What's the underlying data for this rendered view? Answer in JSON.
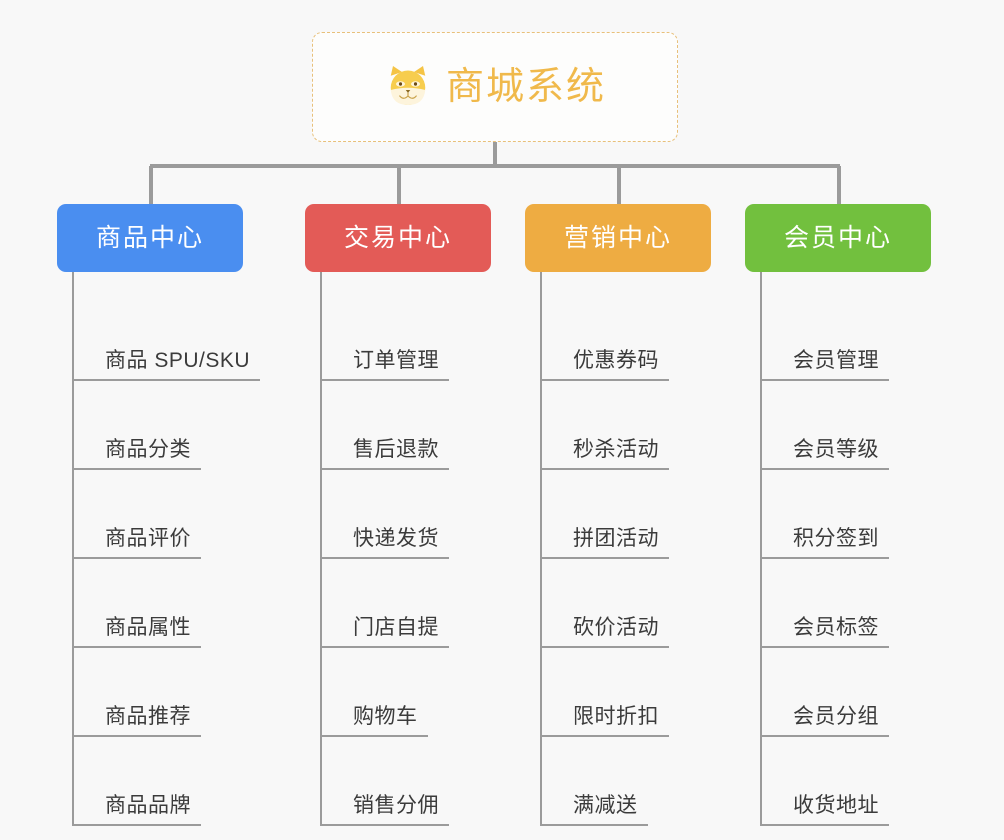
{
  "background_color": "#f8f8f8",
  "root": {
    "title": "商城系统",
    "icon": "shiba-dog-icon",
    "text_color": "#f0b94b",
    "border_color": "#e8c07a",
    "border_style": "dashed"
  },
  "connector_color": "#9b9b9b",
  "branches": [
    {
      "label": "商品中心",
      "color": "#4a8ef0",
      "items": [
        "商品 SPU/SKU",
        "商品分类",
        "商品评价",
        "商品属性",
        "商品推荐",
        "商品品牌"
      ]
    },
    {
      "label": "交易中心",
      "color": "#e35b57",
      "items": [
        "订单管理",
        "售后退款",
        "快递发货",
        "门店自提",
        "购物车",
        "销售分佣"
      ]
    },
    {
      "label": "营销中心",
      "color": "#eeac42",
      "items": [
        "优惠券码",
        "秒杀活动",
        "拼团活动",
        "砍价活动",
        "限时折扣",
        "满减送"
      ]
    },
    {
      "label": "会员中心",
      "color": "#72c03e",
      "items": [
        "会员管理",
        "会员等级",
        "积分签到",
        "会员标签",
        "会员分组",
        "收货地址"
      ]
    }
  ]
}
